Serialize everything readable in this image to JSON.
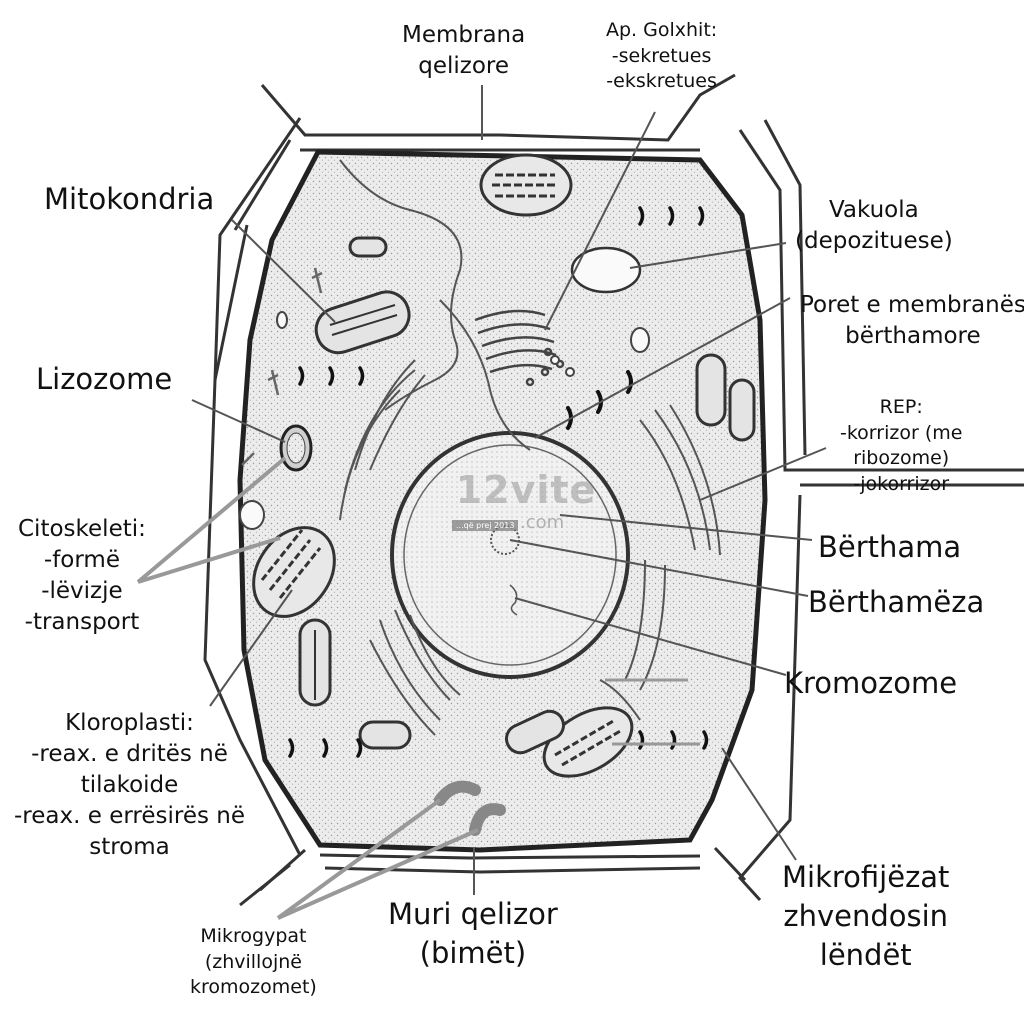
{
  "labels": {
    "membrana": [
      "Membrana",
      "qelizore"
    ],
    "golxhi": [
      "Ap. Golxhit:",
      "-sekretues",
      "-ekskretues"
    ],
    "mitokondria": [
      "Mitokondria"
    ],
    "vakuola": [
      "Vakuola",
      "(depozituese)"
    ],
    "poret": [
      "Poret e membranës",
      "bërthamore"
    ],
    "lizozome": [
      "Lizozome"
    ],
    "rep": [
      "REP:",
      "-korrizor (me",
      "ribozome)",
      "-jokorrizor"
    ],
    "citoskeleti": [
      "Citoskeleti:",
      "-formë",
      "-lëvizje",
      "-transport"
    ],
    "berthama": [
      "Bërthama"
    ],
    "berthameza": [
      "Bërthamëza"
    ],
    "kromozome": [
      "Kromozome"
    ],
    "kloroplasti": [
      "Kloroplasti:",
      "-reax. e dritës në",
      "tilakoide",
      "-reax. e errësirës në",
      "stroma"
    ],
    "mikrogypat": [
      "Mikrogypat",
      "(zhvillojnë",
      "kromozomet)"
    ],
    "muri": [
      "Muri qelizor",
      "(bimët)"
    ],
    "mikrofijezat": [
      "Mikrofijëzat",
      "zhvendosin",
      "lëndët"
    ]
  },
  "watermark": {
    "logo": "12vite",
    "domain": ".com",
    "tag": "...që prej 2013"
  }
}
